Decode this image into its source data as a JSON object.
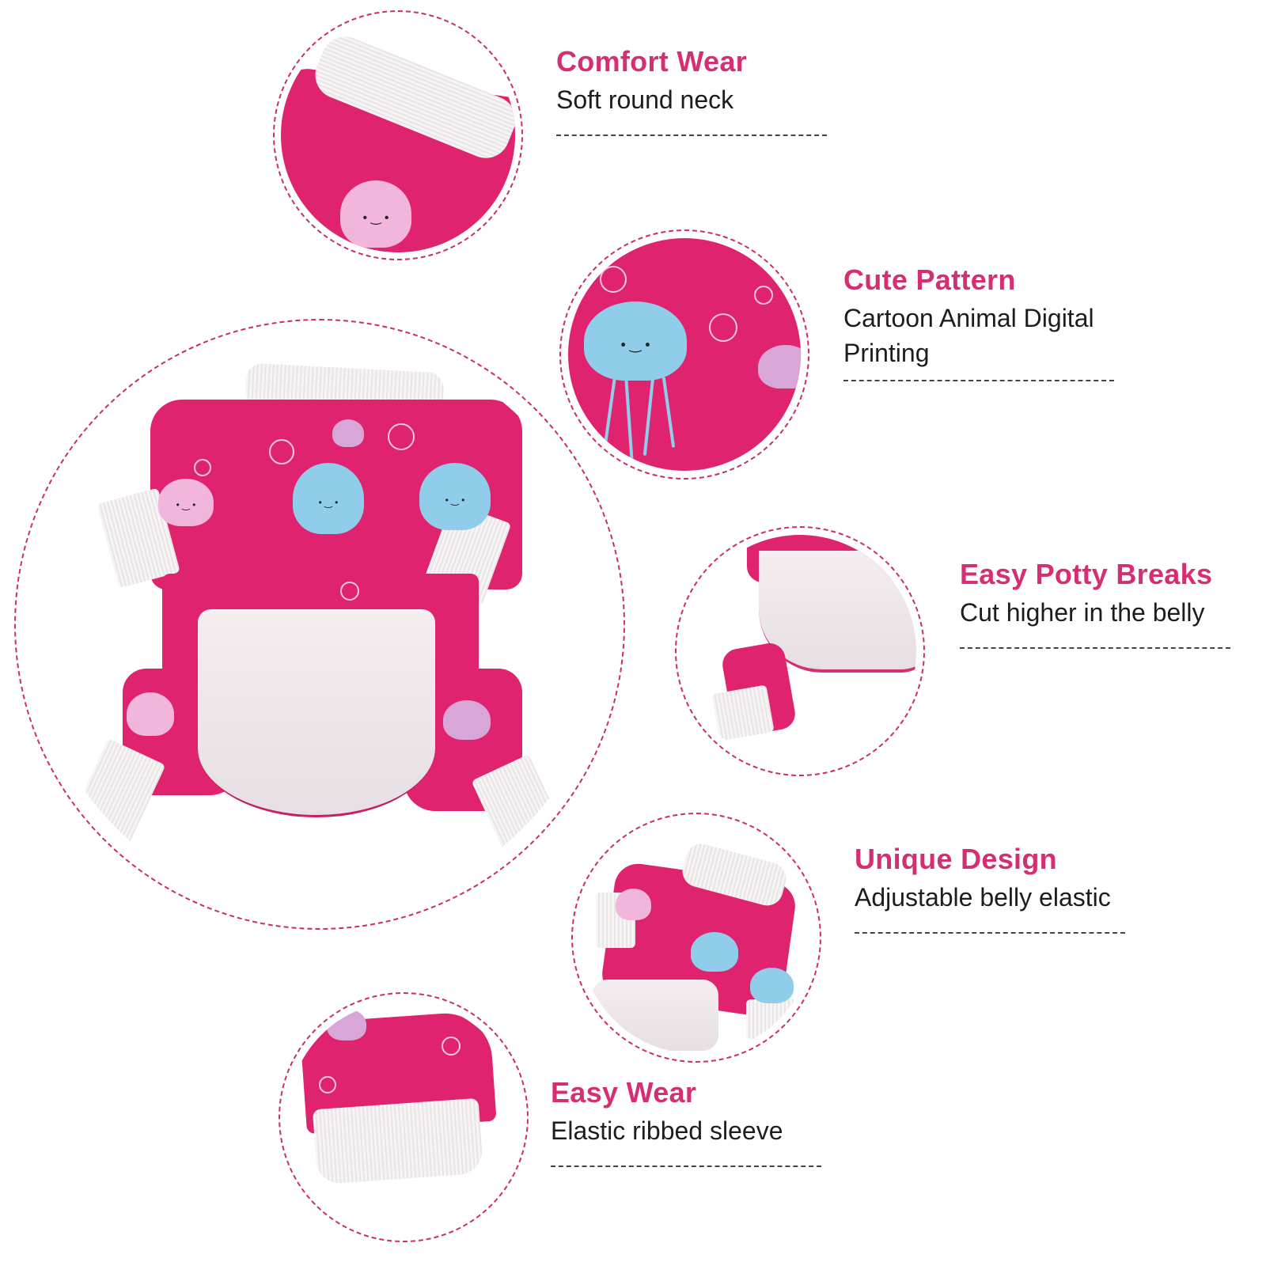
{
  "accent_color": "#d52e72",
  "circle_border_color": "#c8306b",
  "fabric_color": "#e0236f",
  "main_image": {
    "subject": "Pink jellyfish-print dog pajama onesie with white ribbed cuffs",
    "icon": "garment-photo"
  },
  "features": [
    {
      "title": "Comfort Wear",
      "description": "Soft round neck",
      "image": "neck-closeup-photo"
    },
    {
      "title": "Cute Pattern",
      "description_lines": [
        "Cartoon Animal Digital",
        "Printing"
      ],
      "image": "pattern-closeup-photo"
    },
    {
      "title": "Easy Potty Breaks",
      "description": "Cut higher in the belly",
      "image": "belly-closeup-photo"
    },
    {
      "title": "Unique Design",
      "description": "Adjustable belly elastic",
      "image": "side-view-photo"
    },
    {
      "title": "Easy Wear",
      "description": "Elastic ribbed sleeve",
      "image": "sleeve-closeup-photo"
    }
  ],
  "faces": {
    "smile": "• ‿ •"
  }
}
